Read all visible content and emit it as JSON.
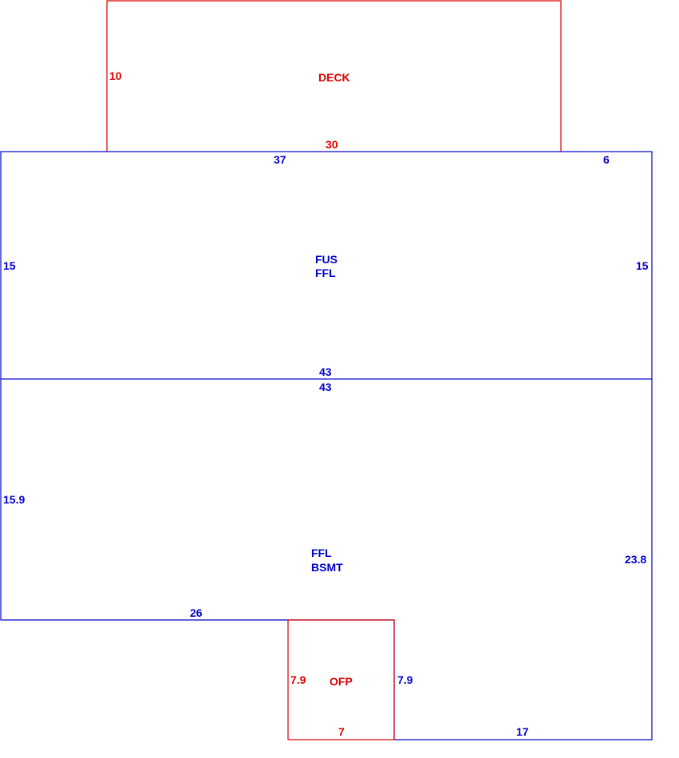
{
  "colors": {
    "red": "#dd0000",
    "blue": "#0000cc",
    "background": "#ffffff"
  },
  "deck": {
    "name": "DECK",
    "left_dim": "10",
    "bottom_dim": "30"
  },
  "upper": {
    "name_line1": "FUS",
    "name_line2": "FFL",
    "top_dim_left": "37",
    "top_dim_right": "6",
    "left_dim": "15",
    "right_dim": "15",
    "bottom_dim": "43"
  },
  "lower": {
    "name_line1": "FFL",
    "name_line2": "BSMT",
    "top_dim": "43",
    "left_dim": "15.9",
    "right_dim": "23.8",
    "bottom_left_dim": "26",
    "bottom_right_dim": "17",
    "notch_right_dim": "7.9"
  },
  "porch": {
    "name": "OFP",
    "left_dim": "7.9",
    "bottom_dim": "7"
  }
}
